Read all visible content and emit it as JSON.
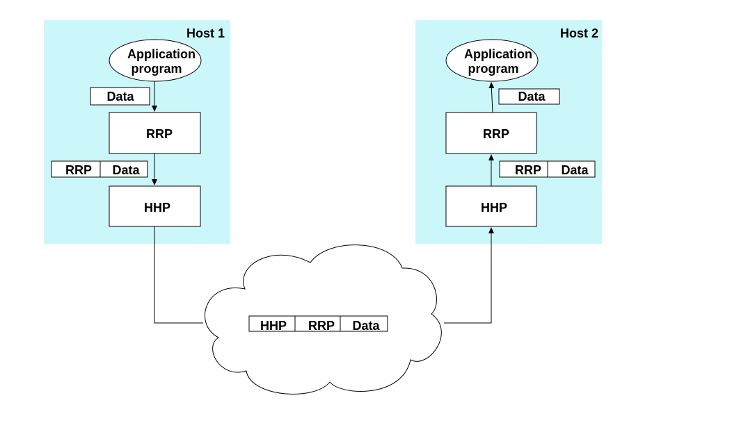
{
  "host1": {
    "title": "Host 1",
    "app_line1": "Application",
    "app_line2": "program",
    "data_label": "Data",
    "rrp_layer": "RRP",
    "rrp_pkt_header": "RRP",
    "rrp_pkt_data": "Data",
    "hhp_layer": "HHP"
  },
  "host2": {
    "title": "Host 2",
    "app_line1": "Application",
    "app_line2": "program",
    "data_label": "Data",
    "rrp_layer": "RRP",
    "rrp_pkt_header": "RRP",
    "rrp_pkt_data": "Data",
    "hhp_layer": "HHP"
  },
  "network": {
    "hhp_header": "HHP",
    "rrp_header": "RRP",
    "data": "Data"
  },
  "colors": {
    "host_background": "#ccf7fa",
    "stroke": "#000000"
  }
}
